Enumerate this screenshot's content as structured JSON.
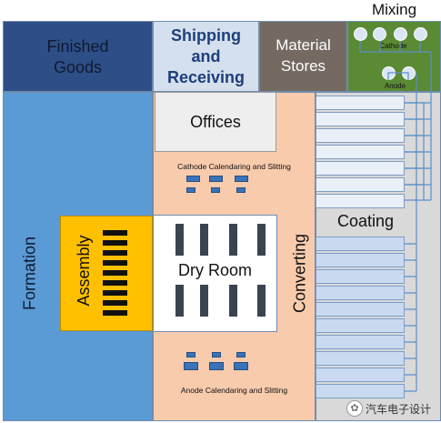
{
  "areas": {
    "mixing": "Mixing",
    "cathode": "Cathode",
    "anode": "Anode",
    "finished_goods_line1": "Finished",
    "finished_goods_line2": "Goods",
    "shipping_line1": "Shipping",
    "shipping_line2": "and",
    "shipping_line3": "Receiving",
    "material_line1": "Material",
    "material_line2": "Stores",
    "offices": "Offices",
    "cathode_calendaring": "Cathode Calendaring and Slitting",
    "formation": "Formation",
    "assembly": "Assembly",
    "dry_room": "Dry Room",
    "converting": "Converting",
    "coating": "Coating",
    "anode_calendaring": "Anode Calendaring and Slitting"
  },
  "watermark": "汽车电子设计",
  "colors": {
    "finished_goods": "#2e4e87",
    "shipping": "#d5e0ef",
    "shipping_text": "#1e3f7a",
    "material_stores": "#756a62",
    "mixing_area": "#5b8a34",
    "formation": "#5b9bd5",
    "assembly": "#ffc000",
    "converting": "#f8cbad",
    "coating": "#d9d9d9",
    "offices": "#eeeeee",
    "dry_room": "#ffffff",
    "equipment_blue": "#3b72b8"
  }
}
